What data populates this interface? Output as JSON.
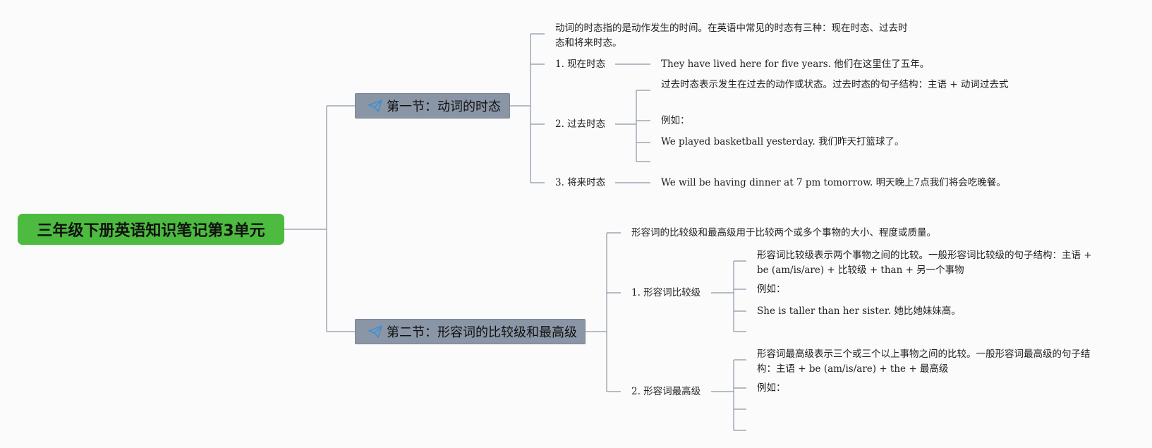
{
  "root": {
    "title": "三年级下册英语知识笔记第3单元"
  },
  "icon": "paper-plane-icon",
  "colors": {
    "root": "#4cbb3f",
    "section": "#8a96a6",
    "line": "#8a96a6",
    "icon": "#3d8fd6"
  },
  "sections": [
    {
      "title": "第一节：动词的时态",
      "intro": "动词的时态指的是动作发生的时间。在英语中常见的时态有三种：现在时态、过去时态和将来时态。",
      "items": [
        {
          "label": "1. 现在时态",
          "children": [
            "They have lived here for five years. 他们在这里住了五年。"
          ]
        },
        {
          "label": "2. 过去时态",
          "children": [
            "过去时态表示发生在过去的动作或状态。过去时态的句子结构：主语 + 动词过去式",
            "例如：",
            "We played basketball yesterday. 我们昨天打篮球了。",
            ""
          ]
        },
        {
          "label": "3. 将来时态",
          "children": [
            "We will be having dinner at 7 pm tomorrow. 明天晚上7点我们将会吃晚餐。"
          ]
        }
      ]
    },
    {
      "title": "第二节：形容词的比较级和最高级",
      "intro": "形容词的比较级和最高级用于比较两个或多个事物的大小、程度或质量。",
      "items": [
        {
          "label": "1. 形容词比较级",
          "children": [
            "形容词比较级表示两个事物之间的比较。一般形容词比较级的句子结构：主语 + be (am/is/are) + 比较级 + than + 另一个事物",
            "例如：",
            "She is taller than her sister. 她比她妹妹高。",
            ""
          ]
        },
        {
          "label": "2. 形容词最高级",
          "children": [
            "形容词最高级表示三个或三个以上事物之间的比较。一般形容词最高级的句子结构：主语 + be (am/is/are) + the + 最高级",
            "例如：",
            "",
            ""
          ]
        }
      ]
    }
  ]
}
